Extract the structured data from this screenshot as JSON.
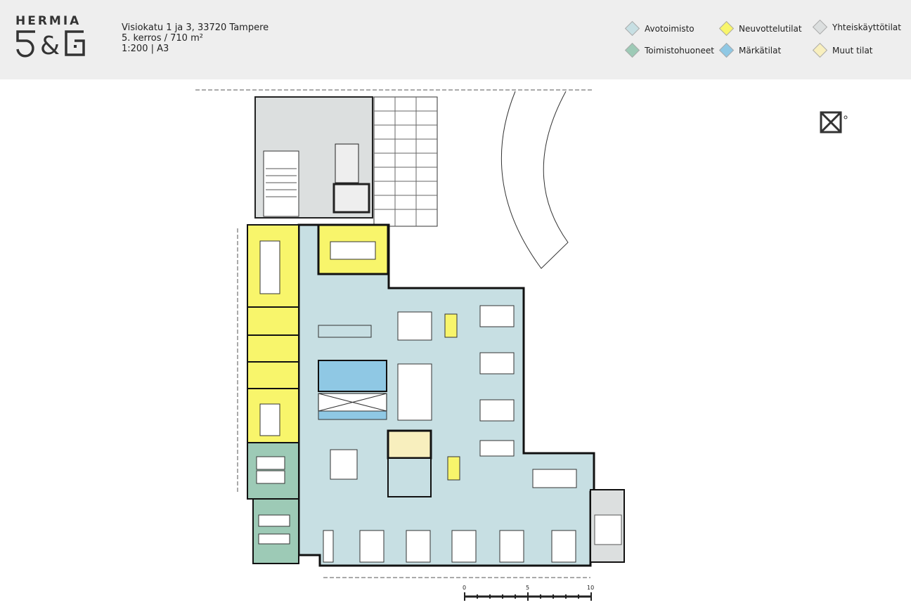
{
  "header": {
    "logo_text": "HERMIA 5&6",
    "logo_word": "HERMIA",
    "address": "Visiokatu 1 ja 3, 33720 Tampere",
    "floor": "5. kerros / 710 m²",
    "scale": "1:200 | A3"
  },
  "legend": [
    {
      "label": "Avotoimisto",
      "color": "#c7dfe3"
    },
    {
      "label": "Neuvottelutilat",
      "color": "#f8f56b"
    },
    {
      "label": "Yhteiskäyttötilat",
      "color": "#dcdfdf"
    },
    {
      "label": "Toimistohuoneet",
      "color": "#9dcab6"
    },
    {
      "label": "Märkätilat",
      "color": "#8fc8e4"
    },
    {
      "label": "Muut tilat",
      "color": "#f8efbe"
    }
  ],
  "scale_bar": {
    "ticks": [
      "0",
      "5",
      "10"
    ],
    "unit_max_m": 10
  }
}
